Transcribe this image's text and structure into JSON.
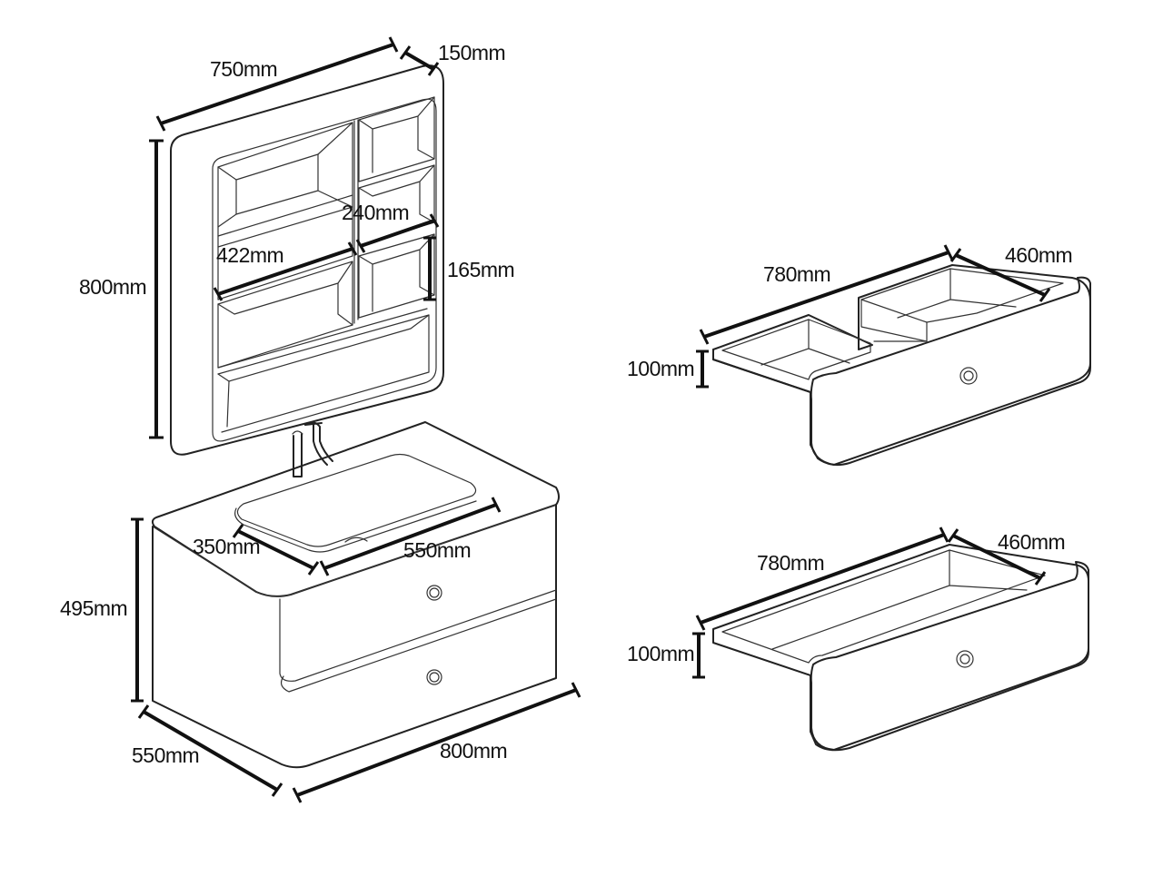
{
  "mirror_cabinet": {
    "width": "750mm",
    "depth": "150mm",
    "height": "800mm",
    "shelf_width_large": "422mm",
    "shelf_width_small": "240mm",
    "shelf_height": "165mm"
  },
  "vanity": {
    "height": "495mm",
    "depth": "550mm",
    "width": "800mm",
    "basin_depth": "350mm",
    "basin_width": "550mm"
  },
  "upper_drawer": {
    "width": "780mm",
    "depth": "460mm",
    "height": "100mm"
  },
  "lower_drawer": {
    "width": "780mm",
    "depth": "460mm",
    "height": "100mm"
  }
}
